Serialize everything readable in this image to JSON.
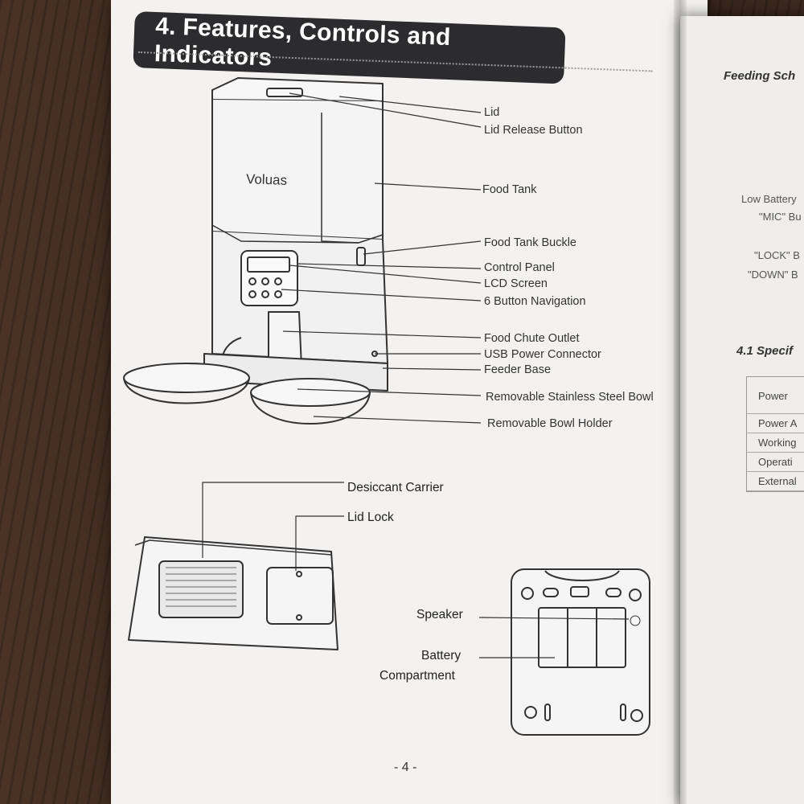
{
  "left_page": {
    "heading": "4. Features, Controls and Indicators",
    "brand": "Voluas",
    "labels": {
      "lid": "Lid",
      "lid_release": "Lid Release Button",
      "food_tank": "Food Tank",
      "food_tank_buckle": "Food Tank Buckle",
      "control_panel": "Control Panel",
      "lcd_screen": "LCD Screen",
      "nav": "6 Button Navigation",
      "chute": "Food Chute Outlet",
      "usb": "USB Power Connector",
      "base": "Feeder Base",
      "bowl": "Removable Stainless Steel Bowl",
      "holder": "Removable Bowl Holder",
      "desiccant": "Desiccant Carrier",
      "lid_lock": "Lid Lock",
      "speaker": "Speaker",
      "battery_1": "Battery",
      "battery_2": "Compartment"
    },
    "page_number": "- 4 -"
  },
  "right_page": {
    "title": "Feeding Sch",
    "items": [
      "Low Battery",
      "\"MIC\" Bu",
      "\"LOCK\" B",
      "\"DOWN\" B"
    ],
    "spec_title": "4.1 Specif",
    "spec_rows": [
      "Power",
      "Power A",
      "Working",
      "Operati",
      "External"
    ]
  }
}
